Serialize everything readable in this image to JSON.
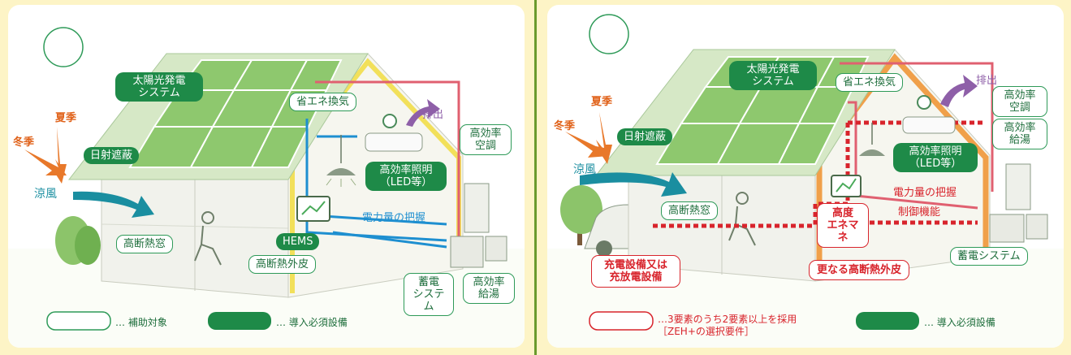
{
  "colors": {
    "background": "#fdf4c6",
    "divider": "#6a9a2c",
    "green_fill": "#1e8a48",
    "green_outline": "#2e9a58",
    "red_outline": "#d8242c",
    "solar": "#8ec86e",
    "electric_blue": "#1e8fd0",
    "electric_red": "#d8242c",
    "wind": "#1a8ea0",
    "exhaust": "#8e5fa8",
    "sun_arrow": "#e8782a",
    "insulation": "#f2e05a"
  },
  "icons": [
    "circle-marker-icon",
    "sun-arrow-icon",
    "wind-arrow-icon",
    "exhaust-arrow-icon",
    "lamp-icon",
    "aircon-icon",
    "hems-monitor-icon",
    "battery-icon",
    "water-heater-icon",
    "tree-icon",
    "ev-car-icon",
    "person-icon"
  ],
  "left": {
    "solar": "太陽光発電\nシステム",
    "ventilation": "省エネ換気",
    "exhaust": "排出",
    "summer": "夏季",
    "winter": "冬季",
    "sunshade": "日射遮蔽",
    "aircon": "高効率\n空調",
    "lighting": "高効率照明\n（LED等）",
    "cool_wind": "涼風",
    "power_monitor": "電力量の把握",
    "hems": "HEMS",
    "window": "高断熱窓",
    "wall": "高断熱外皮",
    "battery": "蓄電\nシステム",
    "water_heater": "高効率\n給湯",
    "legend_outline": "… 補助対象",
    "legend_fill": "… 導入必須設備"
  },
  "right": {
    "solar": "太陽光発電\nシステム",
    "ventilation": "省エネ換気",
    "exhaust": "排出",
    "summer": "夏季",
    "winter": "冬季",
    "sunshade": "日射遮蔽",
    "aircon": "高効率\n空調",
    "water_heater": "高効率\n給湯",
    "lighting": "高効率照明\n（LED等）",
    "cool_wind": "涼風",
    "window": "高断熱窓",
    "power_monitor": "電力量の把握",
    "control": "制御機能",
    "advanced_ems": "高度\nエネマネ",
    "charger": "充電設備又は\n充放電設備",
    "wall": "更なる高断熱外皮",
    "battery": "蓄電システム",
    "legend_outline": "…3要素のうち2要素以上を採用\n［ZEH+の選択要件］",
    "legend_fill": "… 導入必須設備"
  }
}
